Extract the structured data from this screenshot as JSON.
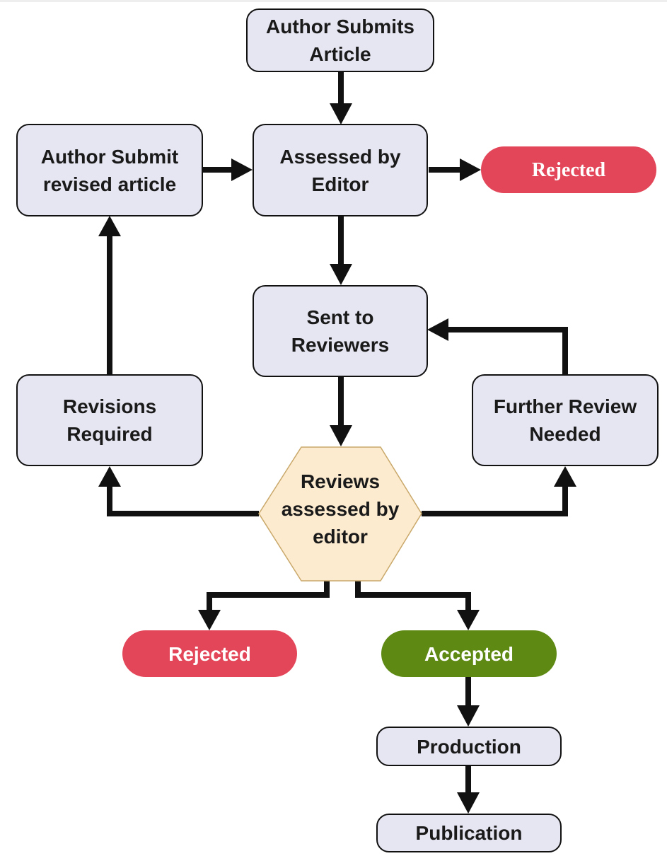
{
  "nodes": {
    "author_submits": "Author Submits\nArticle",
    "assessed_by_editor": "Assessed by\nEditor",
    "rejected_top": "Rejected",
    "author_submit_revised": "Author Submit\nrevised article",
    "sent_to_reviewers": "Sent to\nReviewers",
    "revisions_required": "Revisions\nRequired",
    "further_review_needed": "Further Review\nNeeded",
    "reviews_assessed": "Reviews\nassessed by\neditor",
    "rejected_bottom": "Rejected",
    "accepted": "Accepted",
    "production": "Production",
    "publication": "Publication"
  },
  "colors": {
    "box_fill": "#e6e6f2",
    "box_border": "#111111",
    "rejected": "#e34658",
    "accepted": "#5e8a14",
    "hexagon_fill": "#fdebd0",
    "hexagon_border": "#c9a86a",
    "arrow": "#111111"
  }
}
